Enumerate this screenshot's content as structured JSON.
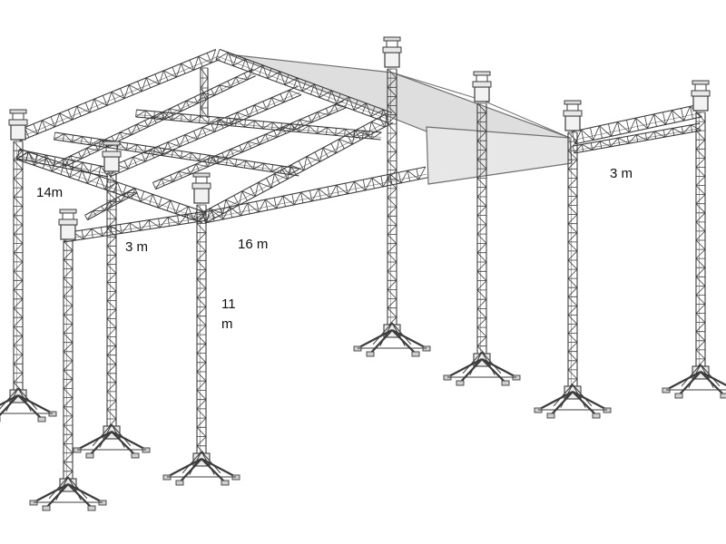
{
  "diagram": {
    "subject": "",
    "labels": {
      "depth": "14m",
      "wing_left": "3 m",
      "span": "16 m",
      "height_line1": "11",
      "height_line2": "m",
      "wing_right": "3 m"
    }
  },
  "colors": {
    "truss": "#3c3c3c",
    "roof_cover": "#dedede",
    "roof_cover_edge": "#6f6f6f",
    "text": "#111111"
  }
}
